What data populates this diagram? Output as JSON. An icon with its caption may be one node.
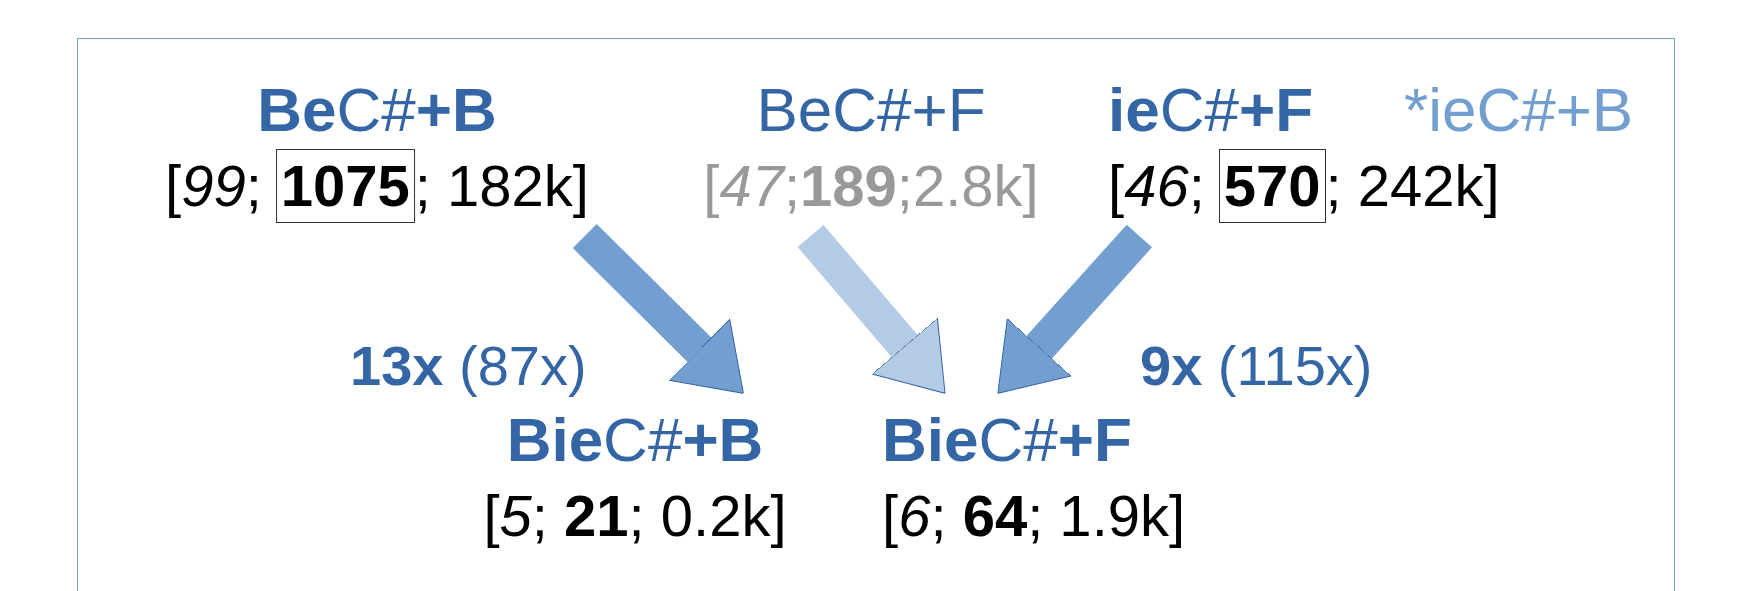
{
  "diagram": {
    "nodes": [
      {
        "text": [
          "**Be**C#**+B**",
          "[*99*;",
          "; 182k]"
        ]
      },
      {
        "text": [
          "1075"
        ],
        "in": 0
      },
      {
        "text": [
          "BeC#+F",
          "[*47*;**189**;2.8k]"
        ]
      },
      {
        "text": [
          "**ie**C#**+F**",
          "[*46*;",
          "; 242k]"
        ]
      },
      {
        "text": [
          "570"
        ],
        "in": 3
      },
      {
        "text": [
          "**Bie**C#**+B**",
          "[*5*; **21**; 0.2k]"
        ]
      },
      {
        "text": [
          "**Bie**C#**+F**",
          "[*6*; **64**; 1.9k]"
        ]
      }
    ],
    "edges": [
      {
        "from": 0,
        "to": 5,
        "arrow": "to"
      },
      {
        "from": 2,
        "to": 6,
        "arrow": "to",
        "color": "#b4cbe6"
      },
      {
        "from": 3,
        "to": 6,
        "arrow": "to"
      }
    ],
    "labels": [
      "*ieC#+B",
      "**13x** (87x)",
      "**9x** (115x)"
    ]
  }
}
